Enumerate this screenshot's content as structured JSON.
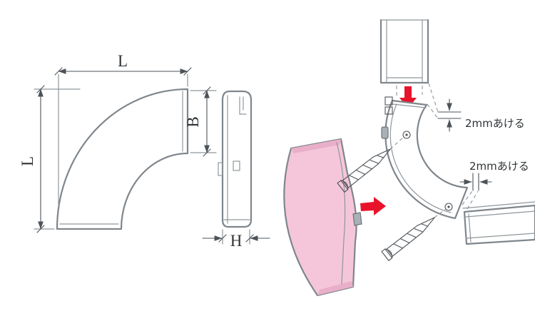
{
  "front_view": {
    "dim_top": "L",
    "dim_left": "L",
    "dim_b": "B",
    "dim_h": "H"
  },
  "assembly": {
    "gap_note_top": "2mmあける",
    "gap_note_side": "2mmあける"
  },
  "colors": {
    "red": "#e8132b",
    "pink": "#f5c6d9",
    "pink_shade": "#e9afc9",
    "tab_grey": "#a9b0b6",
    "line_grey": "#7f868c",
    "dim_grey": "#4d5358"
  }
}
